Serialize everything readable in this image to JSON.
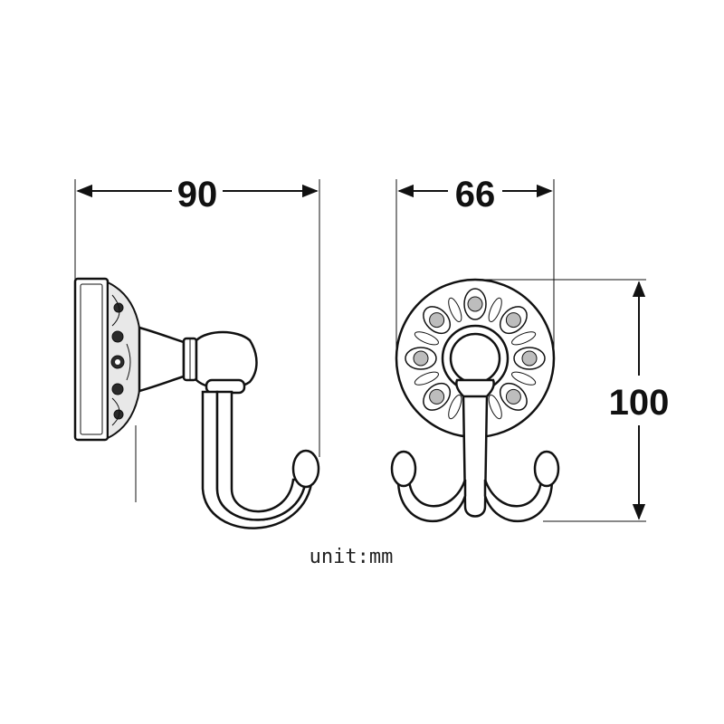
{
  "dimensions": {
    "depth": "90",
    "width": "66",
    "height": "100"
  },
  "unit_label": "unit:mm",
  "colors": {
    "ink": "#111111",
    "background": "#ffffff"
  }
}
